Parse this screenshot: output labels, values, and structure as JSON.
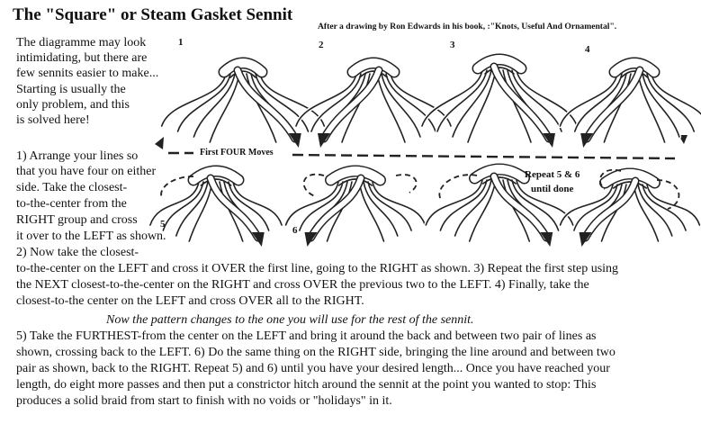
{
  "title": "The \"Square\" or Steam Gasket Sennit",
  "credit": "After a drawing by Ron Edwards in his book, :\"Knots, Useful And Ornamental\".",
  "intro_lines": [
    "The diagramme may look",
    "intimidating, but there are",
    "few sennits easier to make...",
    "Starting is usually the",
    "only problem, and this",
    "is solved here!"
  ],
  "step_lines": [
    "1) Arrange your lines so",
    "that you have four on either",
    "side.  Take the closest-",
    "to-the-center from the",
    "RIGHT group and cross",
    "it over to the LEFT as shown.",
    "2)  Now take the closest-"
  ],
  "full_lines": [
    "to-the-center on the LEFT and cross it OVER the first line, going to the RIGHT as shown.  3) Repeat the first step using",
    "the NEXT closest-to-the-center on the RIGHT and cross OVER the previous two to the LEFT.  4) Finally, take the",
    "closest-to-the center on the LEFT and cross OVER all to the RIGHT."
  ],
  "pattern_note": "Now the pattern changes to the one you will use for the rest of the sennit.",
  "final_lines": [
    "5)  Take the FURTHEST-from the center on the LEFT and bring it around the back and between two pair of lines as",
    "shown, crossing back to the LEFT.  6) Do the same thing on the RIGHT side, bringing the line around and between two",
    "pair as shown, back to the RIGHT.  Repeat 5) and 6) until you have your desired length...  Once you have reached your",
    "length, do eight more passes and then put a constrictor hitch around the sennit at the point you wanted to stop: This",
    "produces a solid braid from start to finish with no voids or \"holidays\" in it."
  ],
  "step_numbers": [
    "1",
    "2",
    "3",
    "4",
    "5",
    "6"
  ],
  "moves_label": "First FOUR Moves",
  "repeat_label_lines": [
    "Repeat 5 & 6",
    "until done"
  ]
}
